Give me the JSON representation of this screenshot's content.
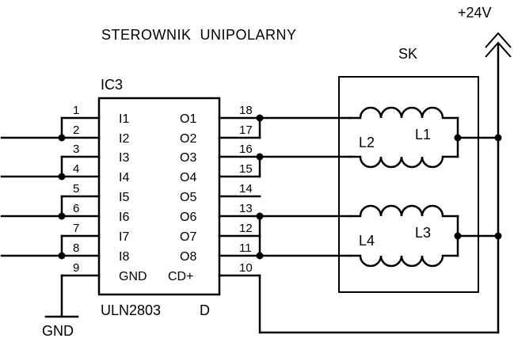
{
  "title": "STEROWNIK  UNIPOLARNY",
  "supply_label": "+24V",
  "motor_label": "SK",
  "ic": {
    "ref": "IC3",
    "part": "ULN2803",
    "package": "D",
    "left_pins": [
      {
        "num": "1",
        "name": "I1"
      },
      {
        "num": "2",
        "name": "I2"
      },
      {
        "num": "3",
        "name": "I3"
      },
      {
        "num": "4",
        "name": "I4"
      },
      {
        "num": "5",
        "name": "I5"
      },
      {
        "num": "6",
        "name": "I6"
      },
      {
        "num": "7",
        "name": "I7"
      },
      {
        "num": "8",
        "name": "I8"
      },
      {
        "num": "9",
        "name": "GND"
      }
    ],
    "right_pins": [
      {
        "num": "18",
        "name": "O1"
      },
      {
        "num": "17",
        "name": "O2"
      },
      {
        "num": "16",
        "name": "O3"
      },
      {
        "num": "15",
        "name": "O4"
      },
      {
        "num": "14",
        "name": "O5"
      },
      {
        "num": "13",
        "name": "O6"
      },
      {
        "num": "12",
        "name": "O7"
      },
      {
        "num": "11",
        "name": "O8"
      },
      {
        "num": "10",
        "name": "CD+"
      }
    ]
  },
  "coils": {
    "top_left": "L2",
    "top_right": "L1",
    "bottom_left": "L4",
    "bottom_right": "L3"
  },
  "ground_label": "GND"
}
